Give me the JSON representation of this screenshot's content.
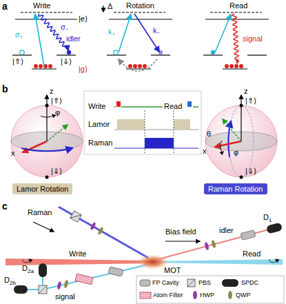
{
  "diagram": {
    "nodes": [
      {
        "text": [
          "Lamor Rotation"
        ]
      },
      {
        "text": [
          "Raman Rotation"
        ]
      },
      {
        "text": [
          "D1"
        ]
      },
      {
        "text": [
          "D2a"
        ]
      },
      {
        "text": [
          "D2b"
        ]
      }
    ],
    "labels": [
      "a",
      "Write",
      "Rotation",
      "Read",
      "|e⟩",
      "σ₊",
      "σ₋",
      "idler",
      "|⇑⟩",
      "|⇓⟩",
      "|g⟩",
      "Δ",
      "k₊",
      "k₋",
      "signal",
      "b",
      "z",
      "φ",
      "x",
      "|⇑⟩",
      "|⇓⟩",
      "Write",
      "Read",
      "Lamor",
      "Raman",
      "z",
      "θ",
      "φ",
      "x",
      "|⇑⟩",
      "|⇓⟩",
      "c",
      "Raman",
      "Bias field",
      "idler",
      "Write",
      "MOT",
      "Read",
      "signal"
    ],
    "legend": [
      {
        "text": "FP Cavity"
      },
      {
        "text": "PBS"
      },
      {
        "text": "SPDC"
      },
      {
        "text": "Atom Filter"
      },
      {
        "text": "HWP"
      },
      {
        "text": "QWP"
      }
    ]
  }
}
